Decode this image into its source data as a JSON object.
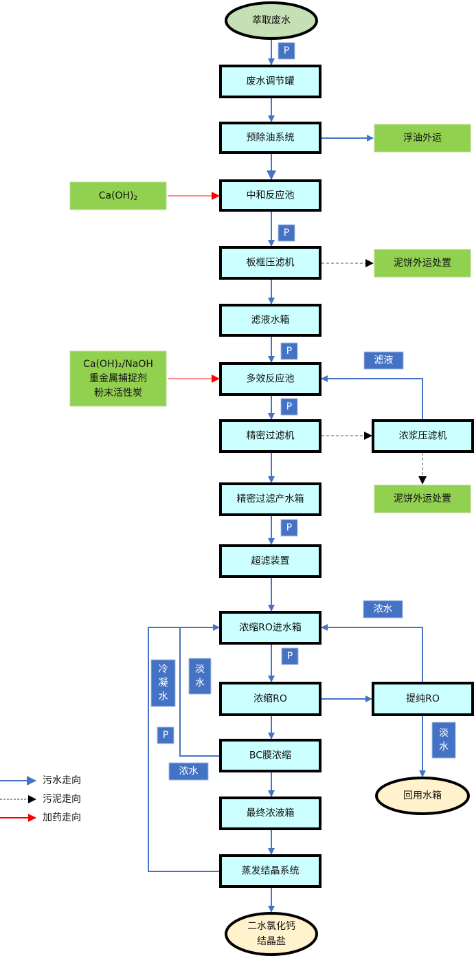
{
  "colors": {
    "process_fill": "#ccffff",
    "process_stroke": "#000000",
    "start_fill": "#c5e0b4",
    "end_fill": "#fff2cc",
    "external_fill": "#92d050",
    "tag_fill": "#4472c4",
    "water_line": "#4472c4",
    "sludge_line": "#555555",
    "sludge_arrow": "#000000",
    "dosing_line": "#ff6666",
    "dosing_arrow": "#ff0000"
  },
  "nodes": {
    "start": {
      "label": "萃取废水"
    },
    "regulating_tank": {
      "label": "废水调节罐"
    },
    "oil_removal": {
      "label": "预除油系统"
    },
    "neutralization": {
      "label": "中和反应池"
    },
    "plate_filter": {
      "label": "板框压滤机"
    },
    "filtrate_tank": {
      "label": "滤液水箱"
    },
    "multi_reaction": {
      "label": "多效反应池"
    },
    "precision_filter": {
      "label": "精密过滤机"
    },
    "precision_product_tank": {
      "label": "精密过滤产水箱"
    },
    "ultrafiltration": {
      "label": "超滤装置"
    },
    "ro_feed_tank": {
      "label": "浓缩RO进水箱"
    },
    "concentrate_ro": {
      "label": "浓缩RO"
    },
    "bc_membrane": {
      "label": "BC膜浓缩"
    },
    "final_tank": {
      "label": "最终浓液箱"
    },
    "evaporation": {
      "label": "蒸发结晶系统"
    },
    "slurry_filter": {
      "label": "浓浆压滤机"
    },
    "purify_ro": {
      "label": "提纯RO"
    },
    "floating_oil": {
      "label": "浮油外运"
    },
    "cake_disposal_1": {
      "label": "泥饼外运处置"
    },
    "cake_disposal_2": {
      "label": "泥饼外运处置"
    },
    "chem_caoh2": {
      "label": "Ca(OH)",
      "sub": "2"
    },
    "chem_mix": {
      "lines": [
        "Ca(OH)₂/NaOH",
        "重金属捕捉剂",
        "粉末活性炭"
      ]
    },
    "reuse_tank": {
      "label": "回用水箱"
    },
    "end": {
      "lines": [
        "二水氯化钙",
        "结晶盐"
      ]
    }
  },
  "tags": {
    "pump": "P",
    "filtrate": "滤液",
    "concentrate": "浓水",
    "fresh_water_v": [
      "淡",
      "水"
    ],
    "condensate_v": [
      "冷",
      "凝",
      "水"
    ]
  },
  "legend": [
    {
      "type": "water",
      "label": "污水走向"
    },
    {
      "type": "sludge",
      "label": "污泥走向"
    },
    {
      "type": "dosing",
      "label": "加药走向"
    }
  ]
}
